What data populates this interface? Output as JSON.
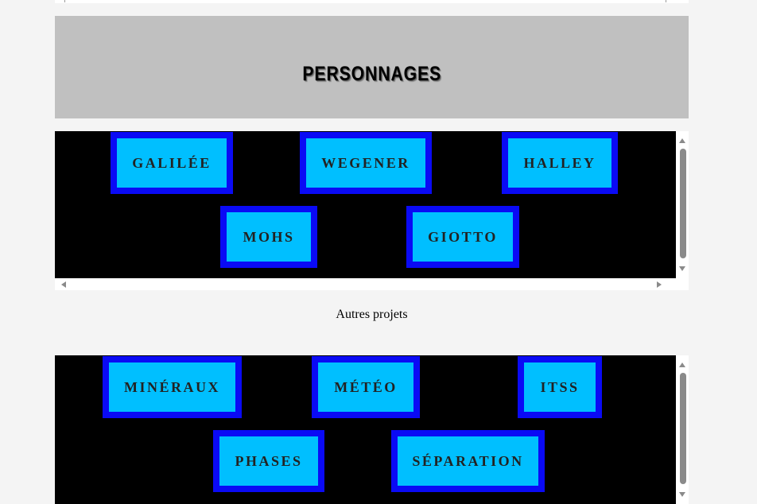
{
  "header": {
    "title": "PERSONNAGES"
  },
  "personnages": {
    "tiles": [
      {
        "label": "GALILÉE"
      },
      {
        "label": "WEGENER"
      },
      {
        "label": "HALLEY"
      },
      {
        "label": "MOHS"
      },
      {
        "label": "GIOTTO"
      }
    ]
  },
  "autres_projets": {
    "caption": "Autres projets",
    "tiles": [
      {
        "label": "MINÉRAUX"
      },
      {
        "label": "MÉTÉO"
      },
      {
        "label": "ITSS"
      },
      {
        "label": "PHASES"
      },
      {
        "label": "SÉPARATION"
      }
    ]
  },
  "colors": {
    "page_bg": "#f4f4f4",
    "header_bg": "#c0c0c0",
    "panel_bg": "#000000",
    "tile_fill": "#00bfff",
    "tile_border": "#0a0af5",
    "scrollbar": "#8a8a8a"
  }
}
